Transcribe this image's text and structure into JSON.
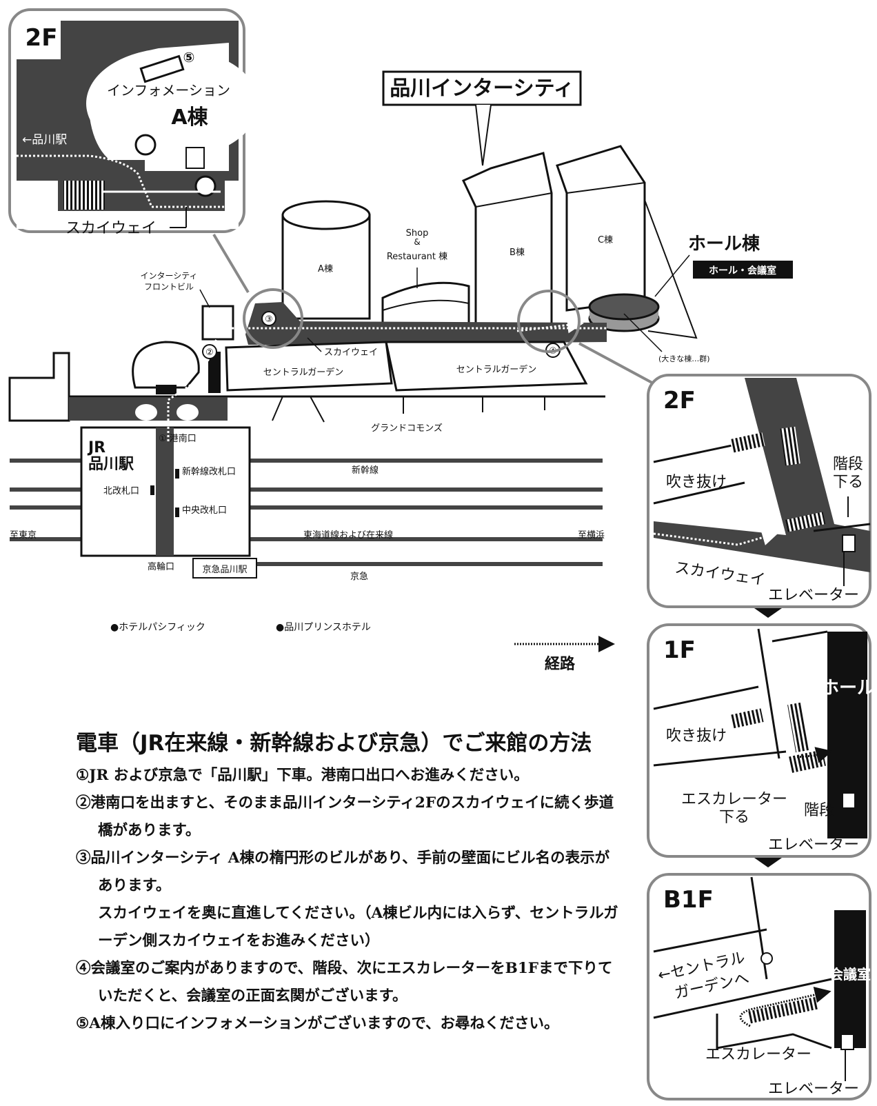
{
  "map": {
    "title": "品川インターシティ",
    "buildings": {
      "a": "A棟",
      "b": "B棟",
      "c": "C棟",
      "shop": [
        "Shop",
        "&",
        "Restaurant 棟"
      ],
      "hall": "ホール棟",
      "hall_sub": "ホール・会議室",
      "front": [
        "インターシティ",
        "フロントビル"
      ],
      "large_room": "(大きな棟…群)"
    },
    "areas": {
      "central_garden_1": "セントラルガーデン",
      "central_garden_2": "セントラルガーデン",
      "grand_commons": "グランドコモンズ",
      "skyway": "スカイウェイ"
    },
    "station": {
      "name": [
        "JR",
        "品川駅"
      ],
      "konan": "① 港南口",
      "shinkansen_gate": "新幹線改札口",
      "north_gate": "北改札口",
      "central_gate": "中央改札口",
      "takanawa": "高輪口",
      "keikyu": "京急品川駅"
    },
    "lines": {
      "shinkansen": "新幹線",
      "tokaido": "東海道線および在来線",
      "keikyu": "京急",
      "to_tokyo": "至東京",
      "to_yokohama": "至横浜"
    },
    "hotels": [
      "●ホテルパシフィック",
      "●品川プリンスホテル"
    ],
    "markers": [
      "②",
      "③",
      "④",
      "⑤"
    ],
    "legend": "経路"
  },
  "inset_top": {
    "floor": "2F",
    "info": "インフォメーション",
    "building": "A棟",
    "station": "←品川駅",
    "skyway": "スカイウェイ",
    "marker": "⑤"
  },
  "insets_right": [
    {
      "floor": "2F",
      "labels": [
        "吹き抜け",
        "階段",
        "下る",
        "スカイウェイ",
        "エレベーター"
      ]
    },
    {
      "floor": "1F",
      "labels": [
        "吹き抜け",
        "エスカレーター",
        "下る",
        "階段",
        "エレベーター",
        "ホール"
      ]
    },
    {
      "floor": "B1F",
      "labels": [
        "←セントラル",
        "ガーデンへ",
        "エスカレーター",
        "エレベーター",
        "会議室"
      ]
    }
  ],
  "directions": {
    "heading": "電車（JR在来線・新幹線および京急）でご来館の方法",
    "steps": [
      "①JR および京急で「品川駅」下車。港南口出口へお進みください。",
      "②港南口を出ますと、そのまま品川インターシティ2Fのスカイウェイに続く歩道橋があります。",
      "③品川インターシティ A棟の楕円形のビルがあり、手前の壁面にビル名の表示があります。",
      "④会議室のご案内がありますので、階段、次にエスカレーターをB1Fまで下りていただくと、会議室の正面玄関がございます。",
      "⑤A棟入り口にインフォメーションがございますので、お尋ねください。"
    ],
    "step3_extra": "スカイウェイを奥に直進してください。（A棟ビル内には入らず、セントラルガーデン側スカイウェイをお進みください）"
  }
}
